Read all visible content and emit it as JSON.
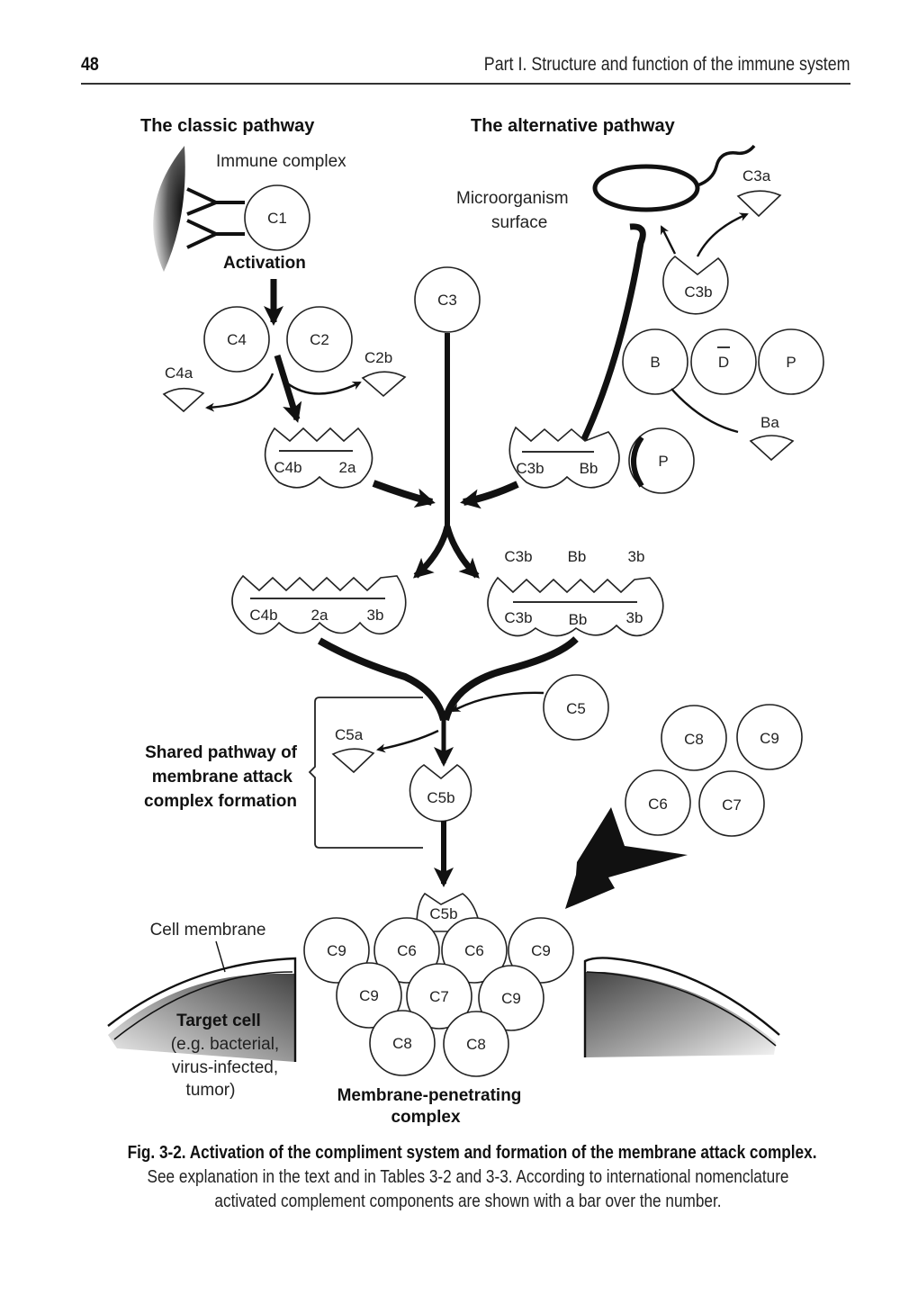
{
  "header": {
    "page_number": "48",
    "running_head": "Part I. Structure and function of the immune system"
  },
  "diagram": {
    "classic": {
      "title": "The classic pathway",
      "immune_complex": "Immune complex",
      "c1": "C1",
      "activation": "Activation",
      "c4": "C4",
      "c2": "C2",
      "c4a": "C4a",
      "c2b": "C2b",
      "c4b2a_left": "C4b",
      "c4b2a_right": "2a",
      "c3conv_a": "C4b",
      "c3conv_b": "2a",
      "c3conv_c": "3b"
    },
    "alternative": {
      "title": "The alternative pathway",
      "microorganism_line1": "Microorganism",
      "microorganism_line2": "surface",
      "c3a": "C3a",
      "c3b": "C3b",
      "b": "B",
      "d": "D",
      "p": "P",
      "ba": "Ba",
      "c3bbb_left": "C3b",
      "c3bbb_right": "Bb",
      "p2": "P",
      "top_a": "C3b",
      "top_b": "Bb",
      "top_c": "3b",
      "c5conv_a": "C3b",
      "c5conv_b": "Bb",
      "c5conv_c": "3b"
    },
    "c3": "C3",
    "shared": {
      "line1": "Shared pathway of",
      "line2": "membrane attack",
      "line3": "complex formation",
      "c5": "C5",
      "c5a": "C5a",
      "c5b": "C5b",
      "c8": "C8",
      "c9": "C9",
      "c6": "C6",
      "c7": "C7"
    },
    "mac": {
      "c5b": "C5b",
      "row1": [
        "C9",
        "C6",
        "C6",
        "C9"
      ],
      "row2": [
        "C9",
        "C7",
        "C9"
      ],
      "row3": [
        "C8",
        "C8"
      ],
      "label_line1": "Membrane-penetrating",
      "label_line2": "complex"
    },
    "target": {
      "cell_membrane": "Cell membrane",
      "title": "Target cell",
      "line1": "(e.g. bacterial,",
      "line2": "virus-infected,",
      "line3": "tumor)"
    }
  },
  "caption": {
    "title": "Fig. 3-2. Activation of the compliment system and formation of the membrane attack complex.",
    "line1": "See explanation in the text and in Tables 3-2 and 3-3. According to international nomenclature",
    "line2": "activated complement components are shown with a bar over the number."
  }
}
